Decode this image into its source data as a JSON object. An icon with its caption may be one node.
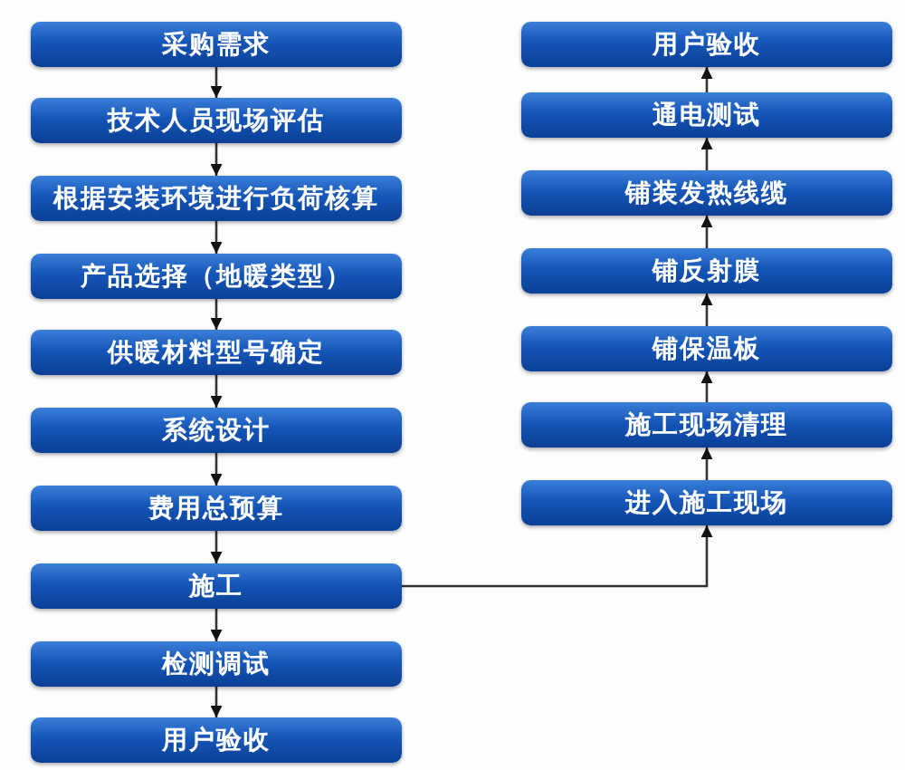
{
  "diagram": {
    "nodes": [
      {
        "text": [
          "采购需求"
        ]
      },
      {
        "text": [
          "技术人员现场评估"
        ]
      },
      {
        "text": [
          "根据安装环境进行负荷核算"
        ]
      },
      {
        "text": [
          "产品选择（地暖类型）"
        ]
      },
      {
        "text": [
          "供暖材料型号确定"
        ]
      },
      {
        "text": [
          "系统设计"
        ]
      },
      {
        "text": [
          "费用总预算"
        ]
      },
      {
        "text": [
          "施工"
        ]
      },
      {
        "text": [
          "检测调试"
        ]
      },
      {
        "text": [
          "用户验收"
        ]
      },
      {
        "text": [
          "用户验收"
        ]
      },
      {
        "text": [
          "通电测试"
        ]
      },
      {
        "text": [
          "铺装发热线缆"
        ]
      },
      {
        "text": [
          "铺反射膜"
        ]
      },
      {
        "text": [
          "铺保温板"
        ]
      },
      {
        "text": [
          "施工现场清理"
        ]
      },
      {
        "text": [
          "进入施工现场"
        ]
      }
    ],
    "edges": [
      {
        "from": 0,
        "to": 1,
        "arrow": "to"
      },
      {
        "from": 1,
        "to": 2,
        "arrow": "to"
      },
      {
        "from": 2,
        "to": 3,
        "arrow": "to"
      },
      {
        "from": 3,
        "to": 4,
        "arrow": "to"
      },
      {
        "from": 4,
        "to": 5,
        "arrow": "to"
      },
      {
        "from": 5,
        "to": 6,
        "arrow": "to"
      },
      {
        "from": 6,
        "to": 7,
        "arrow": "to"
      },
      {
        "from": 7,
        "to": 8,
        "arrow": "to"
      },
      {
        "from": 8,
        "to": 9,
        "arrow": "to"
      },
      {
        "from": 7,
        "to": 16,
        "arrow": "to"
      },
      {
        "from": 16,
        "to": 15,
        "arrow": "to"
      },
      {
        "from": 15,
        "to": 14,
        "arrow": "to"
      },
      {
        "from": 14,
        "to": 13,
        "arrow": "to"
      },
      {
        "from": 13,
        "to": 12,
        "arrow": "to"
      },
      {
        "from": 12,
        "to": 11,
        "arrow": "to"
      },
      {
        "from": 11,
        "to": 10,
        "arrow": "to"
      }
    ]
  }
}
